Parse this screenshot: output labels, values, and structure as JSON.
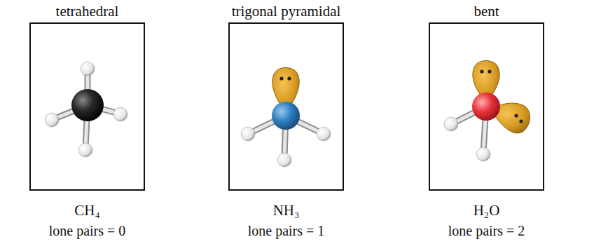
{
  "diagram": {
    "nodes": [
      {
        "text": [
          "tetrahedral",
          "CH₄",
          "lone pairs = 0"
        ]
      },
      {
        "text": [
          "trigonal pyramidal",
          "NH₃",
          "lone pairs = 1"
        ]
      },
      {
        "text": [
          "bent",
          "H₂O",
          "lone pairs = 2"
        ]
      }
    ]
  }
}
